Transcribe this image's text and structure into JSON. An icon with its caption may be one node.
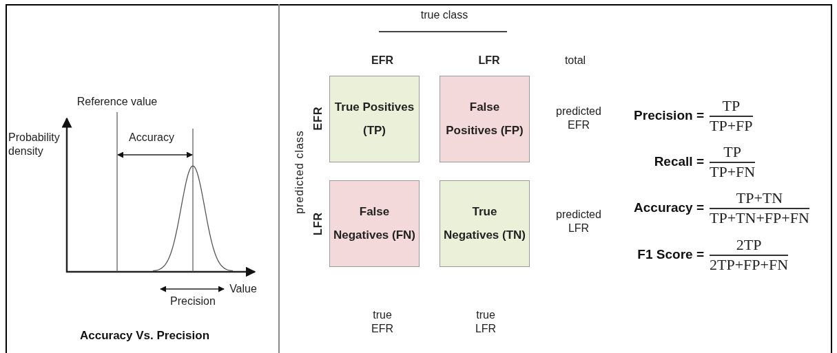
{
  "diagram": {
    "nodes": [
      {
        "text": [
          "True Positives (TP)"
        ]
      },
      {
        "text": [
          "False Positives (FP)"
        ]
      },
      {
        "text": [
          "False Negatives (FN)"
        ]
      },
      {
        "text": [
          "True Negatives (TN)"
        ]
      }
    ],
    "labels": [
      "true class",
      "EFR",
      "LFR",
      "total",
      "Reference value",
      "Probability density",
      "Accuracy",
      "predicted class",
      "EFR",
      "LFR",
      "predicted EFR",
      "predicted LFR",
      "Precision",
      "Value",
      "true EFR",
      "true LFR",
      "Accuracy Vs. Precision",
      "Precision =",
      "TP",
      "TP+FP",
      "Recall =",
      "TP",
      "TP+FN",
      "Accuracy =",
      "TP+TN",
      "TP+TN+FP+FN",
      "F1 Score =",
      "2TP",
      "2TP+FP+FN"
    ]
  }
}
